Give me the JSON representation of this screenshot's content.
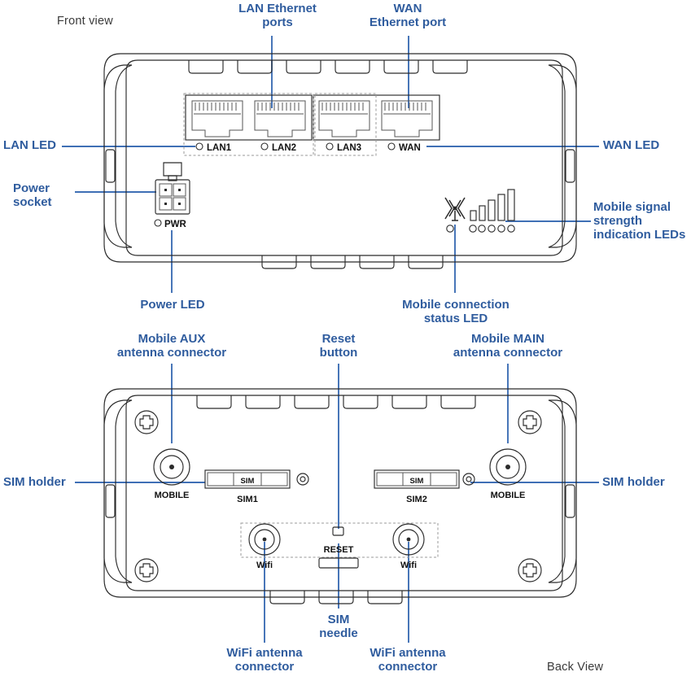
{
  "diagram": {
    "title_front": "Front view",
    "title_back": "Back View"
  },
  "front": {
    "labels": {
      "lan_ports": "LAN Ethernet\nports",
      "wan_port": "WAN\nEthernet port",
      "lan_led": "LAN LED",
      "wan_led": "WAN LED",
      "power_socket": "Power\nsocket",
      "power_led": "Power LED",
      "mobile_signal": "Mobile signal\nstrength\nindication LEDs",
      "mobile_status": "Mobile connection\nstatus LED"
    },
    "port_labels": [
      "LAN1",
      "LAN2",
      "LAN3",
      "WAN"
    ],
    "pwr_label": "PWR",
    "signal_led_count": 5,
    "status_led_count": 1
  },
  "back": {
    "labels": {
      "mobile_aux": "Mobile AUX\nantenna connector",
      "mobile_main": "Mobile MAIN\nantenna connector",
      "reset_button": "Reset\nbutton",
      "sim_holder_left": "SIM holder",
      "sim_holder_right": "SIM holder",
      "wifi_left": "WiFi antenna\nconnector",
      "wifi_right": "WiFi antenna\nconnector",
      "sim_needle": "SIM\nneedle"
    },
    "connector_labels": {
      "mobile_left": "MOBILE",
      "mobile_right": "MOBILE",
      "sim1": "SIM1",
      "sim2": "SIM2",
      "sim_chip": "SIM",
      "reset": "RESET",
      "wifi_left": "Wifi",
      "wifi_right": "Wifi"
    }
  },
  "colors": {
    "label_blue": "#2f5c9e",
    "leader_blue": "#3f6fb5",
    "outline": "#2b2b2b",
    "view_title": "#3a3a3a"
  }
}
